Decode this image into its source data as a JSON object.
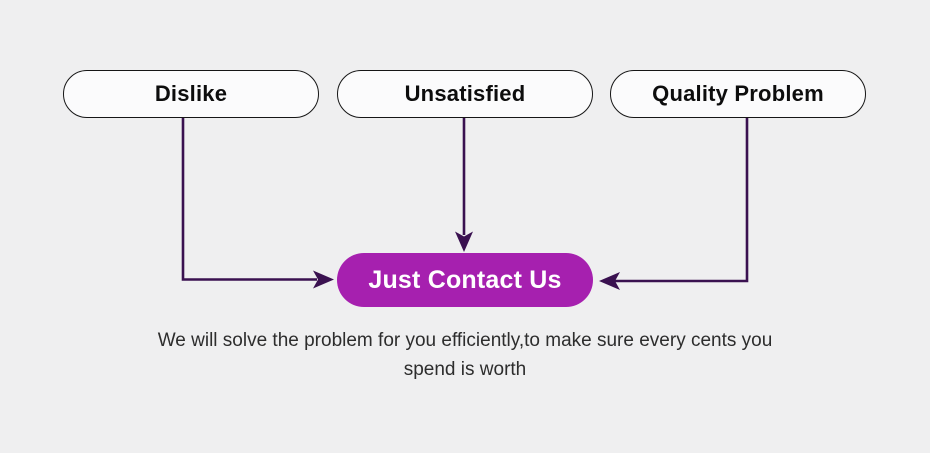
{
  "diagram": {
    "nodes": [
      {
        "label": "Dislike"
      },
      {
        "label": "Unsatisfied"
      },
      {
        "label": "Quality Problem"
      }
    ],
    "cta": {
      "label": "Just Contact Us"
    },
    "caption": "We will solve the problem for you efficiently,to make sure every cents you spend is worth",
    "colors": {
      "background": "#efeff0",
      "node_fill": "#fbfbfc",
      "node_border": "#161616",
      "arrow": "#3a1150",
      "accent": "#a620af",
      "cta_text": "#ffffff",
      "caption_text": "#2d2d2d"
    }
  }
}
